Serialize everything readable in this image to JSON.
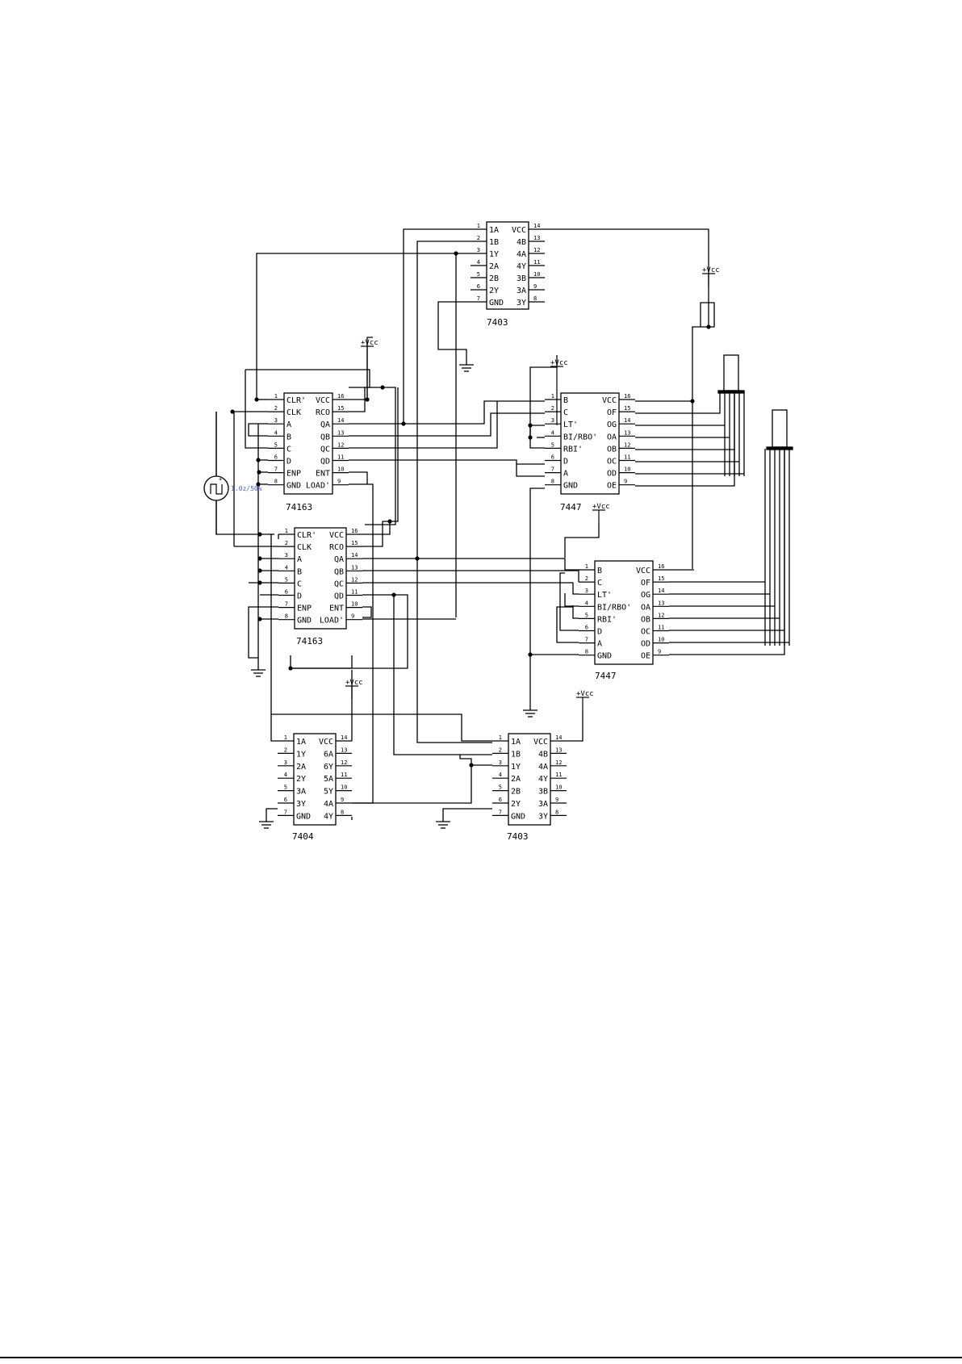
{
  "chips": [
    {
      "id": "u7403_top",
      "name": "7403",
      "left": [
        "1A",
        "1B",
        "1Y",
        "2A",
        "2B",
        "2Y",
        "GND"
      ],
      "right": [
        "VCC",
        "4B",
        "4A",
        "4Y",
        "3B",
        "3A",
        "3Y"
      ],
      "leftNums": [
        "1",
        "2",
        "3",
        "4",
        "5",
        "6",
        "7"
      ],
      "rightNums": [
        "14",
        "13",
        "12",
        "11",
        "10",
        "9",
        "8"
      ]
    },
    {
      "id": "u74163_a",
      "name": "74163",
      "left": [
        "CLR'",
        "CLK",
        "A",
        "B",
        "C",
        "D",
        "ENP",
        "GND"
      ],
      "right": [
        "VCC",
        "RCO",
        "QA",
        "QB",
        "QC",
        "QD",
        "ENT",
        "LOAD'"
      ],
      "leftNums": [
        "1",
        "2",
        "3",
        "4",
        "5",
        "6",
        "7",
        "8"
      ],
      "rightNums": [
        "16",
        "15",
        "14",
        "13",
        "12",
        "11",
        "10",
        "9"
      ]
    },
    {
      "id": "u74163_b",
      "name": "74163",
      "left": [
        "CLR'",
        "CLK",
        "A",
        "B",
        "C",
        "D",
        "ENP",
        "GND"
      ],
      "right": [
        "VCC",
        "RCO",
        "QA",
        "QB",
        "QC",
        "QD",
        "ENT",
        "LOAD'"
      ],
      "leftNums": [
        "1",
        "2",
        "3",
        "4",
        "5",
        "6",
        "7",
        "8"
      ],
      "rightNums": [
        "16",
        "15",
        "14",
        "13",
        "12",
        "11",
        "10",
        "9"
      ]
    },
    {
      "id": "u7447_a",
      "name": "7447",
      "left": [
        "B",
        "C",
        "LT'",
        "BI/RBO'",
        "RBI'",
        "D",
        "A",
        "GND"
      ],
      "right": [
        "VCC",
        "OF",
        "OG",
        "OA",
        "OB",
        "OC",
        "OD",
        "OE"
      ],
      "leftNums": [
        "1",
        "2",
        "3",
        "4",
        "5",
        "6",
        "7",
        "8"
      ],
      "rightNums": [
        "16",
        "15",
        "14",
        "13",
        "12",
        "11",
        "10",
        "9"
      ]
    },
    {
      "id": "u7447_b",
      "name": "7447",
      "left": [
        "B",
        "C",
        "LT'",
        "BI/RBO'",
        "RBI'",
        "D",
        "A",
        "GND"
      ],
      "right": [
        "VCC",
        "OF",
        "OG",
        "OA",
        "OB",
        "OC",
        "OD",
        "OE"
      ],
      "leftNums": [
        "1",
        "2",
        "3",
        "4",
        "5",
        "6",
        "7",
        "8"
      ],
      "rightNums": [
        "16",
        "15",
        "14",
        "13",
        "12",
        "11",
        "10",
        "9"
      ]
    },
    {
      "id": "u7404",
      "name": "7404",
      "left": [
        "1A",
        "1Y",
        "2A",
        "2Y",
        "3A",
        "3Y",
        "GND"
      ],
      "right": [
        "VCC",
        "6A",
        "6Y",
        "5A",
        "5Y",
        "4A",
        "4Y"
      ],
      "leftNums": [
        "1",
        "2",
        "3",
        "4",
        "5",
        "6",
        "7"
      ],
      "rightNums": [
        "14",
        "13",
        "12",
        "11",
        "10",
        "9",
        "8"
      ]
    },
    {
      "id": "u7403_bottom",
      "name": "7403",
      "left": [
        "1A",
        "1B",
        "1Y",
        "2A",
        "2B",
        "2Y",
        "GND"
      ],
      "right": [
        "VCC",
        "4B",
        "4A",
        "4Y",
        "3B",
        "3A",
        "3Y"
      ],
      "leftNums": [
        "1",
        "2",
        "3",
        "4",
        "5",
        "6",
        "7"
      ],
      "rightNums": [
        "14",
        "13",
        "12",
        "11",
        "10",
        "9",
        "8"
      ]
    }
  ],
  "supply_label": "+Vcc",
  "clock_label": "1.0z/50%",
  "colors": {
    "ink": "#000000",
    "clock": "#4b5bd6"
  }
}
